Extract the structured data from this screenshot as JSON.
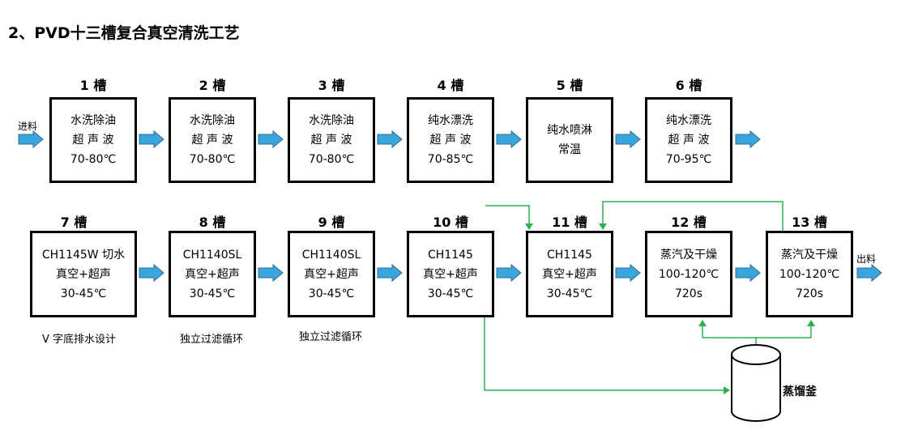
{
  "title": "2、PVD十三槽复合真空清洗工艺",
  "inlet_label": "进料",
  "outlet_label": "出料",
  "tanks": [
    {
      "label": "1 槽",
      "lines": [
        "水洗除油",
        "超 声 波",
        "70-80℃"
      ]
    },
    {
      "label": "2 槽",
      "lines": [
        "水洗除油",
        "超 声 波",
        "70-80℃"
      ]
    },
    {
      "label": "3 槽",
      "lines": [
        "水洗除油",
        "超 声 波",
        "70-80℃"
      ]
    },
    {
      "label": "4 槽",
      "lines": [
        "纯水漂洗",
        "超 声 波",
        "70-85℃"
      ]
    },
    {
      "label": "5 槽",
      "lines": [
        "纯水喷淋",
        "常温"
      ]
    },
    {
      "label": "6 槽",
      "lines": [
        "纯水漂洗",
        "超 声 波",
        "70-95℃"
      ]
    },
    {
      "label": "7 槽",
      "lines": [
        "CH1145W 切水",
        "真空+超声",
        "30-45℃"
      ]
    },
    {
      "label": "8 槽",
      "lines": [
        "CH1140SL",
        "真空+超声",
        "30-45℃"
      ]
    },
    {
      "label": "9 槽",
      "lines": [
        "CH1140SL",
        "真空+超声",
        "30-45℃"
      ]
    },
    {
      "label": "10 槽",
      "lines": [
        "CH1145",
        "真空+超声",
        "30-45℃"
      ]
    },
    {
      "label": "11 槽",
      "lines": [
        "CH1145",
        "真空+超声",
        "30-45℃"
      ]
    },
    {
      "label": "12 槽",
      "lines": [
        "蒸汽及干燥",
        "100-120℃",
        "720s"
      ]
    },
    {
      "label": "13 槽",
      "lines": [
        "蒸汽及干燥",
        "100-120℃",
        "720s"
      ]
    }
  ],
  "notes": {
    "tank7": "V 字底排水设计",
    "tank8": "独立过滤循环",
    "tank9": "独立过滤循环"
  },
  "still_label": "蒸馏釜",
  "colors": {
    "arrow_fill": "#3aa6dd",
    "arrow_stroke": "#2a6f96",
    "flow_line": "#2bb24c",
    "box_border": "#000000"
  }
}
